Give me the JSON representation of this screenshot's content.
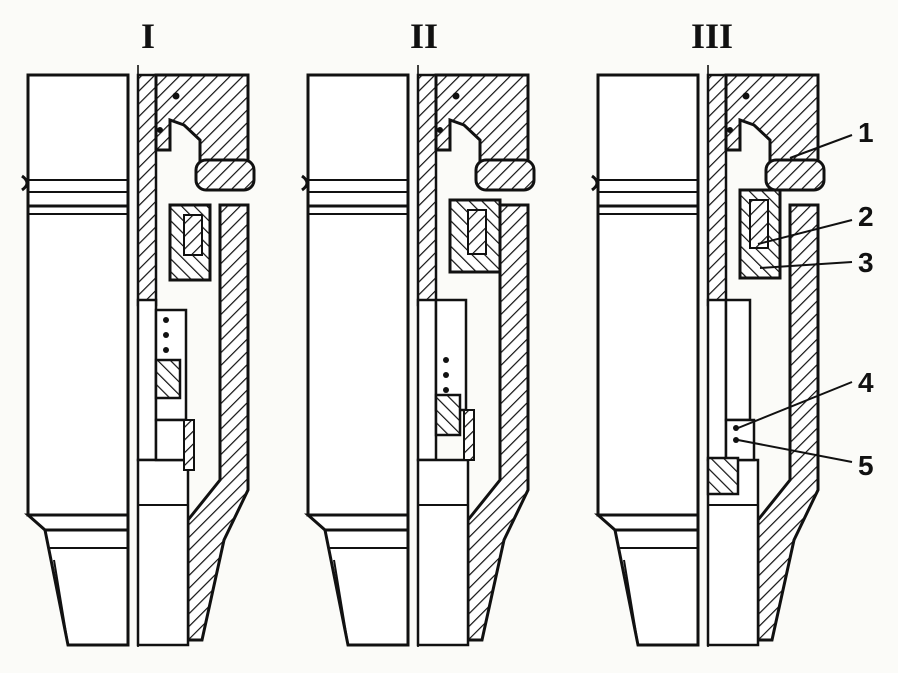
{
  "figure": {
    "panels": [
      {
        "id": "panel-1",
        "label": "I"
      },
      {
        "id": "panel-2",
        "label": "II"
      },
      {
        "id": "panel-3",
        "label": "III"
      }
    ],
    "callouts": [
      {
        "id": "callout-1",
        "label": "1"
      },
      {
        "id": "callout-2",
        "label": "2"
      },
      {
        "id": "callout-3",
        "label": "3"
      },
      {
        "id": "callout-4",
        "label": "4"
      },
      {
        "id": "callout-5",
        "label": "5"
      }
    ],
    "colors": {
      "ink": "#111111",
      "paper": "#fbfbf8"
    }
  }
}
